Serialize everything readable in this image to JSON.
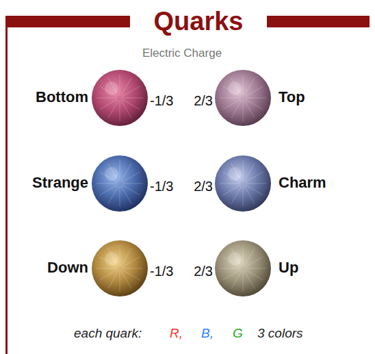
{
  "diagram": {
    "title": "Quarks",
    "nodes": [
      {
        "text": [
          "Bottom",
          "-1/3"
        ]
      },
      {
        "text": [
          "Top",
          "2/3"
        ]
      },
      {
        "text": [
          "Strange",
          "-1/3"
        ]
      },
      {
        "text": [
          "Charm",
          "2/3"
        ]
      },
      {
        "text": [
          "Down",
          "-1/3"
        ]
      },
      {
        "text": [
          "Up",
          "2/3"
        ]
      }
    ],
    "labels": [
      "Electric Charge",
      "each quark:",
      "R,",
      "B,",
      "G",
      "3 colors"
    ]
  }
}
